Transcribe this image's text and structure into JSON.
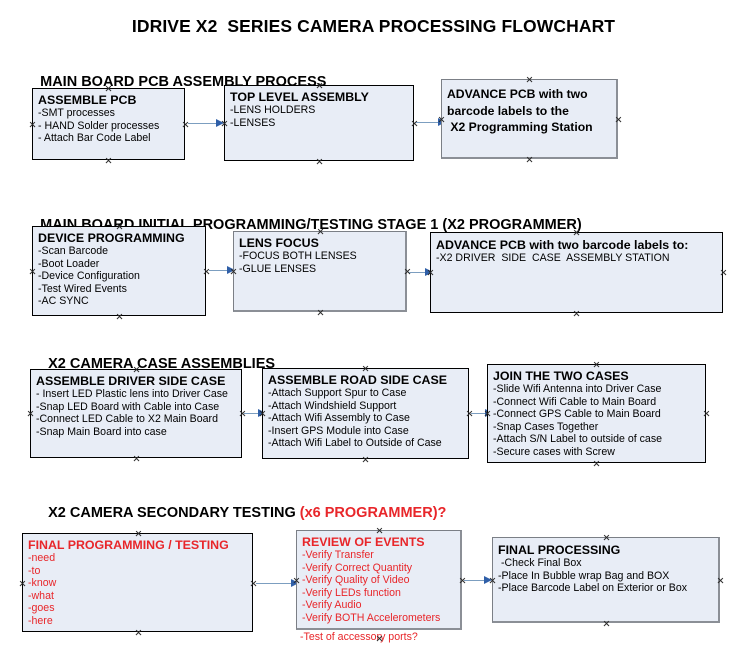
{
  "title": "IDRIVE X2  SERIES CAMERA PROCESSING FLOWCHART",
  "colors": {
    "box_fill": "#e8edf6",
    "box_border": "#000000",
    "accent_red": "#e8262a",
    "connector": "#7c9ec0",
    "arrowhead": "#2f5fa8",
    "shadow": "#8b8f96"
  },
  "sections": [
    {
      "heading": "MAIN BOARD PCB ASSEMBLY PROCESS",
      "heading_accent": "",
      "boxes": [
        {
          "header": "ASSEMBLE PCB",
          "lines": [
            "-SMT processes",
            "- HAND Solder processes",
            "- Attach Bar Code Label"
          ]
        },
        {
          "header": "TOP LEVEL ASSEMBLY",
          "lines": [
            "-LENS HOLDERS",
            "-LENSES"
          ]
        },
        {
          "header_lines": [
            "ADVANCE PCB with two",
            "barcode labels to the",
            " X2 Programming Station"
          ],
          "lines": []
        }
      ]
    },
    {
      "heading": "MAIN BOARD INITIAL PROGRAMMING/TESTING STAGE 1 (X2 PROGRAMMER)",
      "heading_accent": "",
      "boxes": [
        {
          "header": "DEVICE PROGRAMMING",
          "lines": [
            "-Scan Barcode",
            "-Boot Loader",
            "-Device Configuration",
            "-Test Wired Events",
            "-AC SYNC"
          ]
        },
        {
          "header": "LENS FOCUS",
          "lines": [
            "-FOCUS BOTH LENSES",
            "-GLUE LENSES"
          ]
        },
        {
          "header": "ADVANCE PCB with two barcode labels to:",
          "lines": [
            "-X2 DRIVER  SIDE  CASE  ASSEMBLY STATION"
          ]
        }
      ]
    },
    {
      "heading": "X2 CAMERA CASE ASSEMBLIES",
      "heading_accent": "",
      "boxes": [
        {
          "header": "ASSEMBLE DRIVER SIDE CASE",
          "lines": [
            "- Insert LED Plastic lens into Driver Case",
            "-Snap LED Board with Cable into Case",
            "-Connect LED Cable to X2 Main Board",
            "-Snap Main Board into case"
          ]
        },
        {
          "header": "ASSEMBLE ROAD SIDE CASE",
          "lines": [
            "-Attach Support Spur to Case",
            "-Attach Windshield Support",
            "-Attach Wifi Assembly to Case",
            "-Insert GPS Module into Case",
            "-Attach Wifi Label to Outside of Case"
          ]
        },
        {
          "header": "JOIN THE TWO CASES",
          "lines": [
            "-Slide Wifi Antenna into Driver Case",
            "-Connect Wifi Cable to Main Board",
            "-Connect GPS Cable to Main Board",
            "-Snap Cases Together",
            "-Attach S/N Label to outside of case",
            "-Secure cases with Screw"
          ]
        }
      ]
    },
    {
      "heading": "X2 CAMERA SECONDARY TESTING ",
      "heading_accent": "(x6 PROGRAMMER)?",
      "boxes": [
        {
          "header": "FINAL PROGRAMMING / TESTING",
          "lines": [
            "-need",
            "-to",
            "-know",
            "-what",
            "-goes",
            "-here"
          ]
        },
        {
          "header": "REVIEW OF EVENTS",
          "lines": [
            "-Verify Transfer",
            "-Verify Correct Quantity",
            "-Verify Quality of Video",
            "-Verify LEDs function",
            "-Verify Audio",
            "-Verify BOTH Accelerometers"
          ],
          "overflow_line": "-Test of accessory ports?"
        },
        {
          "header": "FINAL PROCESSING",
          "lines": [
            " -Check Final Box",
            "-Place In Bubble wrap Bag and BOX",
            "-Place Barcode Label on Exterior or Box"
          ]
        }
      ]
    }
  ]
}
